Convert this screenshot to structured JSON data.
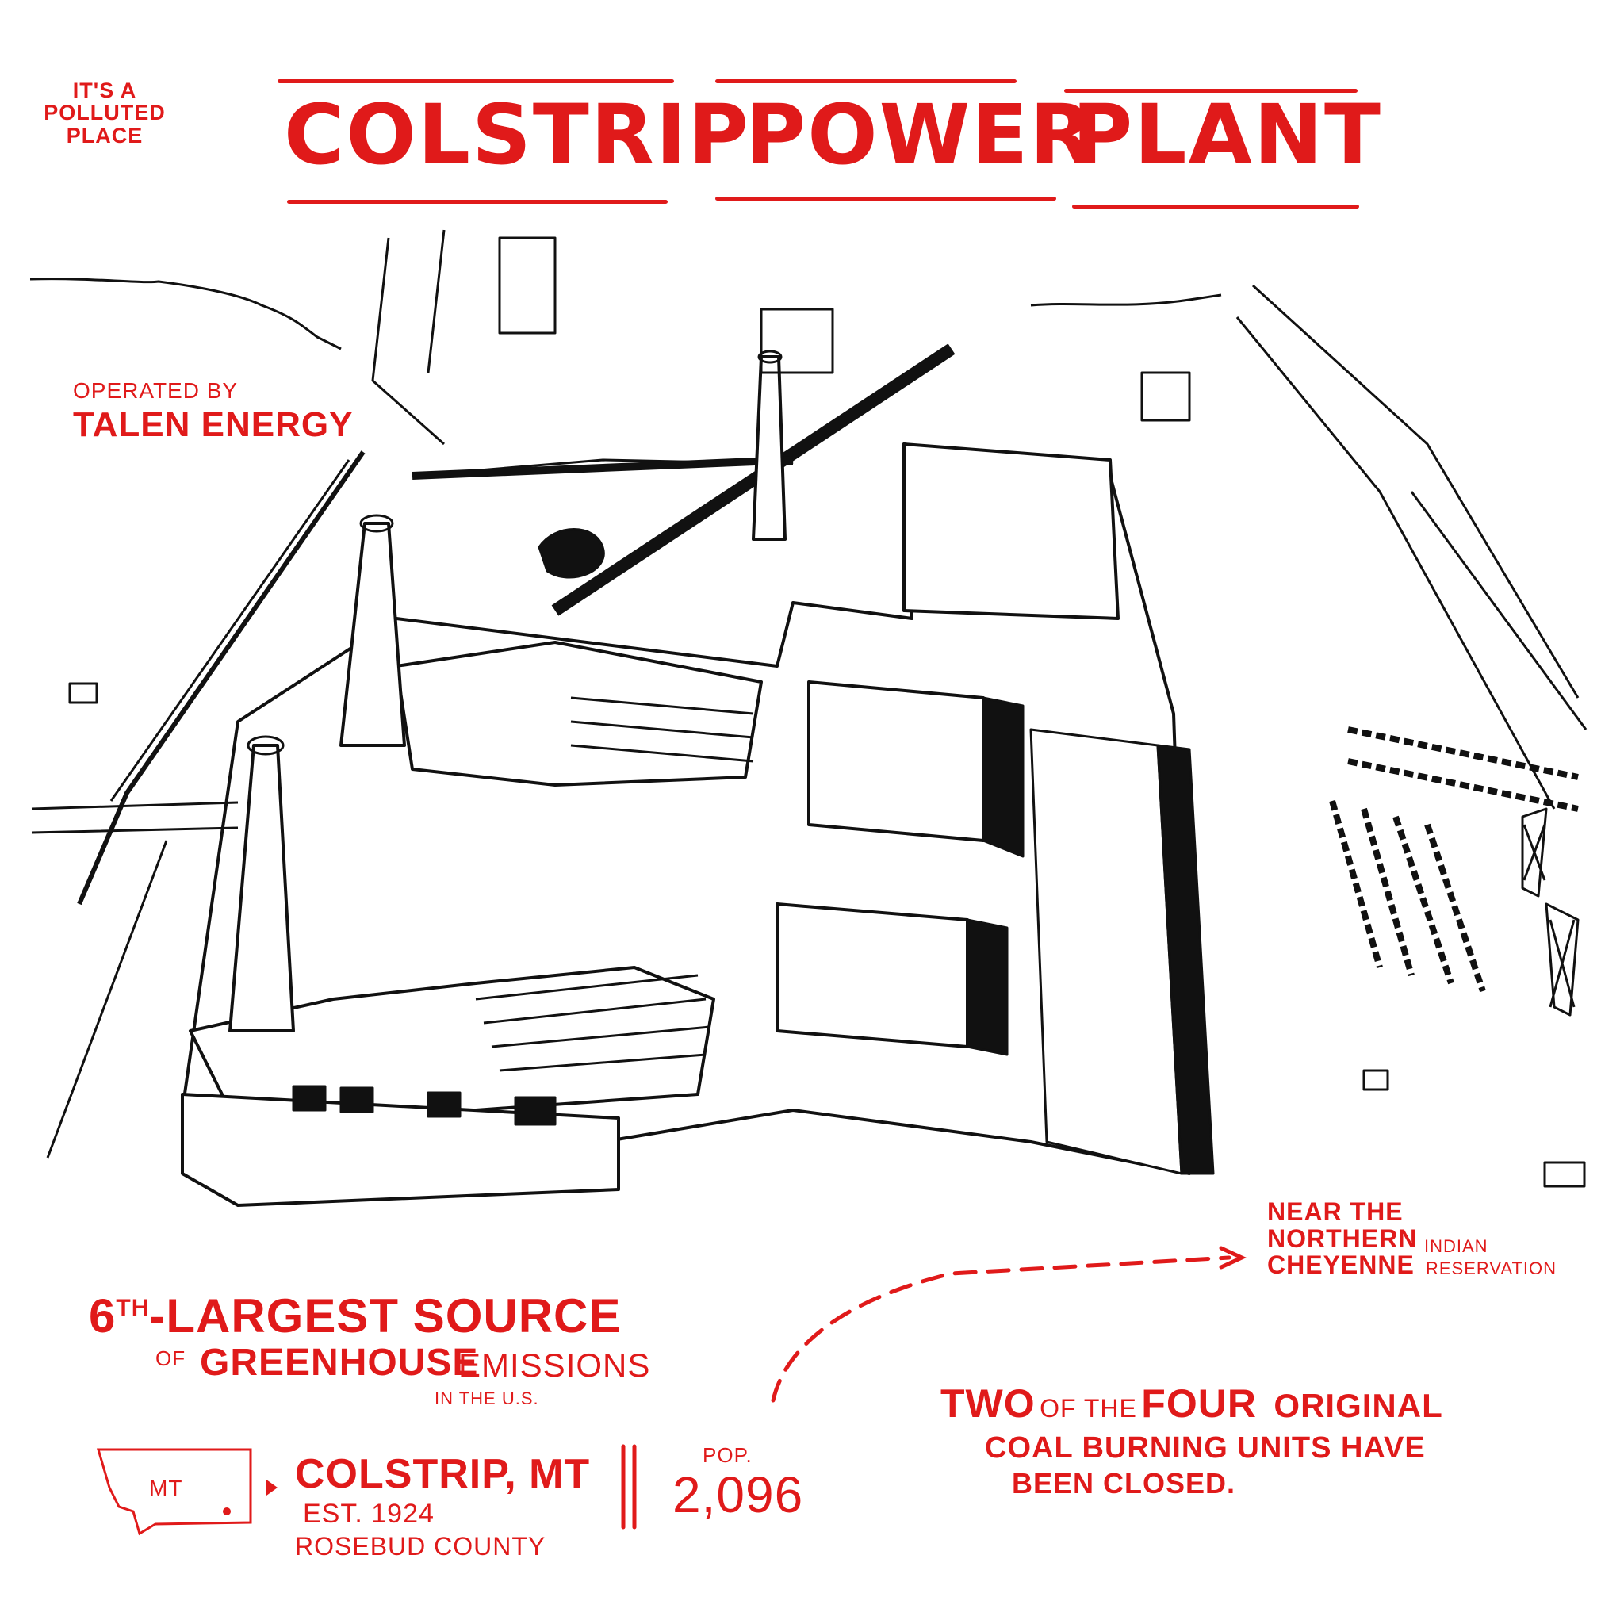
{
  "title": {
    "word1": "COLSTRIP",
    "word2": "POWER",
    "word3": "PLANT"
  },
  "notes": {
    "polluted_line1": "IT'S A",
    "polluted_line2": "POLLUTED",
    "polluted_line3": "PLACE",
    "operated_by": "OPERATED BY",
    "operator": "TALEN ENERGY",
    "near_line1": "NEAR THE",
    "near_line2": "NORTHERN",
    "near_line3": "CHEYENNE",
    "indian": "INDIAN",
    "reservation": "RESERVATION",
    "rank_num": "6",
    "rank_suffix": "TH",
    "largest_source": "-LARGEST SOURCE",
    "of": "OF",
    "greenhouse": "GREENHOUSE",
    "emissions": "EMISSIONS",
    "in_us": "IN THE U.S.",
    "units_line1_a": "TWO",
    "units_line1_b": "OF THE",
    "units_line1_c": "FOUR",
    "units_line1_d": "ORIGINAL",
    "units_line2": "COAL BURNING UNITS HAVE",
    "units_line3": "BEEN CLOSED."
  },
  "town": {
    "state_abbr": "MT",
    "name": "COLSTRIP, MT",
    "est": "EST. 1924",
    "county": "ROSEBUD COUNTY",
    "pop_label": "POP.",
    "pop_value": "2,096"
  },
  "colors": {
    "annotation": "#e01a1a",
    "ink": "#111111",
    "background": "#ffffff"
  }
}
